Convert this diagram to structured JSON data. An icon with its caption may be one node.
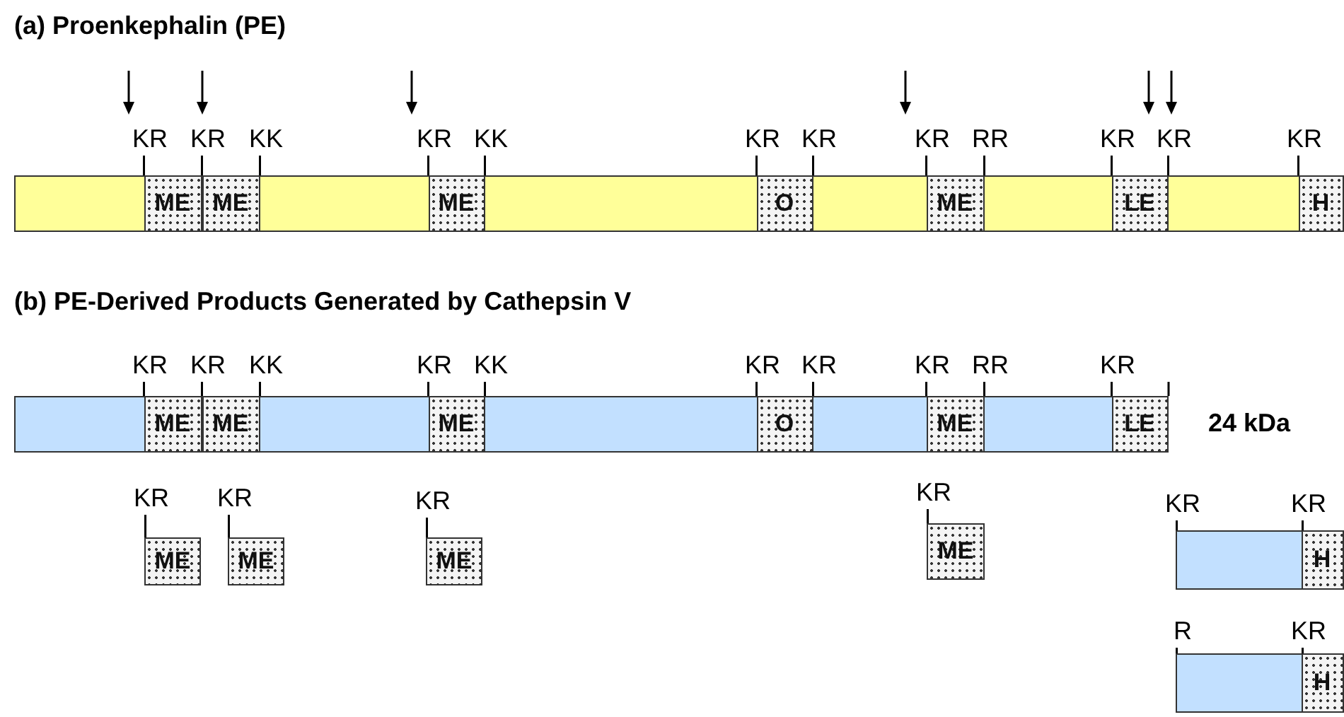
{
  "diagram": {
    "nodes": [
      {
        "text": [],
        "shape": "bar"
      },
      {
        "text": [
          "ME"
        ],
        "in": 0
      },
      {
        "text": [
          "ME"
        ],
        "in": 0
      },
      {
        "text": [
          "ME"
        ],
        "in": 0
      },
      {
        "text": [
          "O"
        ],
        "in": 0
      },
      {
        "text": [
          "ME"
        ],
        "in": 0
      },
      {
        "text": [
          "LE"
        ],
        "in": 0
      },
      {
        "text": [
          "H"
        ],
        "in": 0
      },
      {
        "text": [],
        "shape": "bar",
        "beside": [
          "24 kDa"
        ]
      },
      {
        "text": [
          "ME"
        ],
        "in": 8
      },
      {
        "text": [
          "ME"
        ],
        "in": 8
      },
      {
        "text": [
          "ME"
        ],
        "in": 8
      },
      {
        "text": [
          "O"
        ],
        "in": 8
      },
      {
        "text": [
          "ME"
        ],
        "in": 8
      },
      {
        "text": [
          "LE"
        ],
        "in": 8
      },
      {
        "text": [
          "ME"
        ]
      },
      {
        "text": [
          "ME"
        ]
      },
      {
        "text": [
          "ME"
        ]
      },
      {
        "text": [
          "ME"
        ]
      },
      {
        "text": [],
        "shape": "bar"
      },
      {
        "text": [
          "H"
        ],
        "in": 19
      },
      {
        "text": [],
        "shape": "bar"
      },
      {
        "text": [
          "H"
        ],
        "in": 21
      }
    ],
    "labels": [
      "(a)  Proenkephalin (PE)",
      "KR",
      "KR",
      "KK",
      "KR",
      "KK",
      "KR",
      "KR",
      "KR",
      "RR",
      "KR",
      "KR",
      "KR",
      "(b) PE-Derived Products Generated by Cathepsin V",
      "KR",
      "KR",
      "KK",
      "KR",
      "KK",
      "KR",
      "KR",
      "KR",
      "RR",
      "KR",
      "KR",
      "KR",
      "KR",
      "KR",
      "KR",
      "KR",
      "R",
      "KR"
    ]
  }
}
